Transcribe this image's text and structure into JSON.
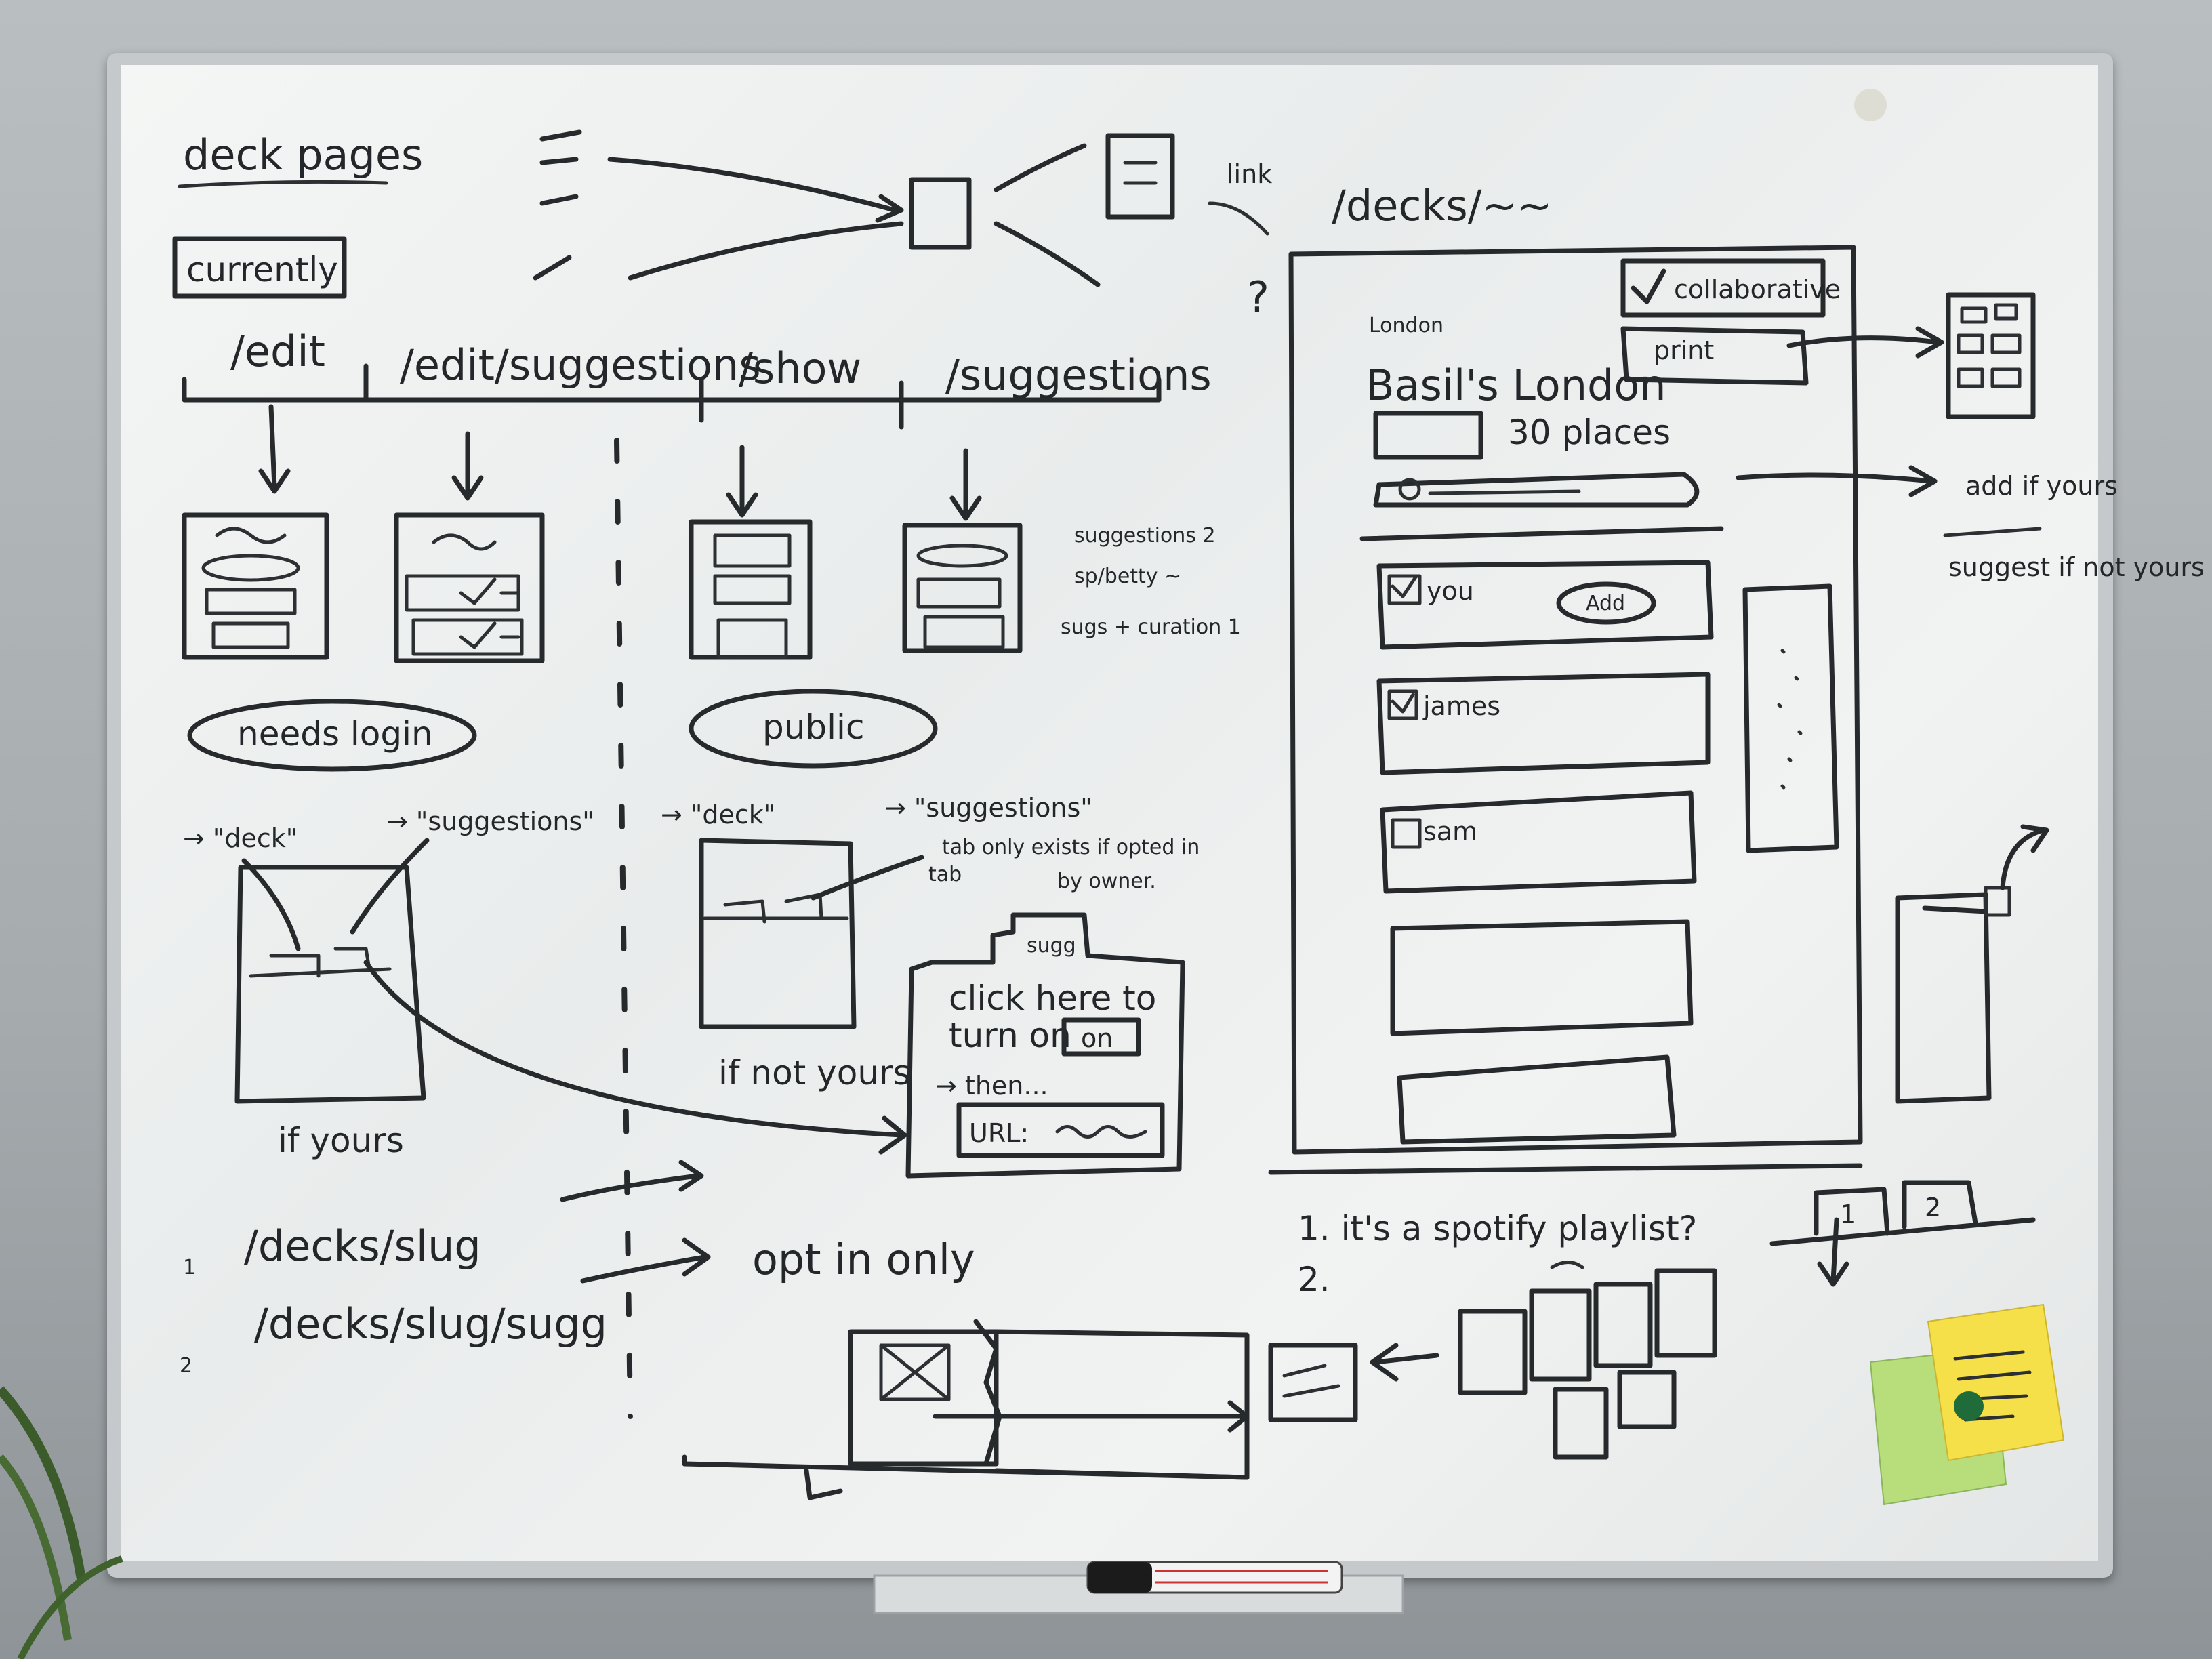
{
  "board": {
    "title": "deck pages",
    "currently": "currently",
    "routes": [
      "/edit",
      "/edit/suggestions",
      "/show",
      "/suggestions"
    ],
    "needs_login": "needs login",
    "public": "public",
    "side_notes": [
      "suggestions 2",
      "sp/betty ~",
      "sugs + curation 1"
    ],
    "left_tabs": {
      "deck": "→ \"deck\"",
      "suggestions": "→ \"suggestions\"",
      "caption": "if yours"
    },
    "mid_tabs": {
      "deck": "→ \"deck\"",
      "suggestions": "→ \"suggestions\"",
      "note_line1": "tab only exists if opted in",
      "note_line2": "tab",
      "note_line3": "by owner.",
      "caption": "if not yours"
    },
    "sugg_panel": {
      "tab": "sugg",
      "line1": "click here to",
      "line2": "turn on",
      "toggle": "on",
      "line3": "→ then...",
      "url_label": "URL:"
    },
    "slug_routes": {
      "num1": "1",
      "route1": "/decks/slug",
      "num2": "2",
      "route2": "/decks/slug/sugg",
      "opt_in": "opt in only"
    },
    "right_mock": {
      "link_label": "link",
      "route": "/decks/~~",
      "question": "?",
      "collaborative": "collaborative",
      "print": "print",
      "city_small": "London",
      "title": "Basil's London",
      "places": "30 places",
      "rows": [
        "you",
        "james",
        "sam"
      ],
      "add_button": "Add",
      "side_note_1": "add if yours",
      "side_note_2": "suggest if not yours"
    },
    "bottom_right": {
      "line1": "1. it's a spotify playlist?",
      "line2": "2.",
      "tab1": "1",
      "tab2": "2"
    },
    "sticky_notes": [
      "sticky-note-green",
      "sticky-note-yellow"
    ],
    "marker": "marker"
  },
  "colors": {
    "ink": "#262a2c",
    "board": "#eef0ef",
    "frame": "#c6c9cb",
    "sticky_yellow": "#f5e04a",
    "sticky_green": "#b7de7a"
  }
}
